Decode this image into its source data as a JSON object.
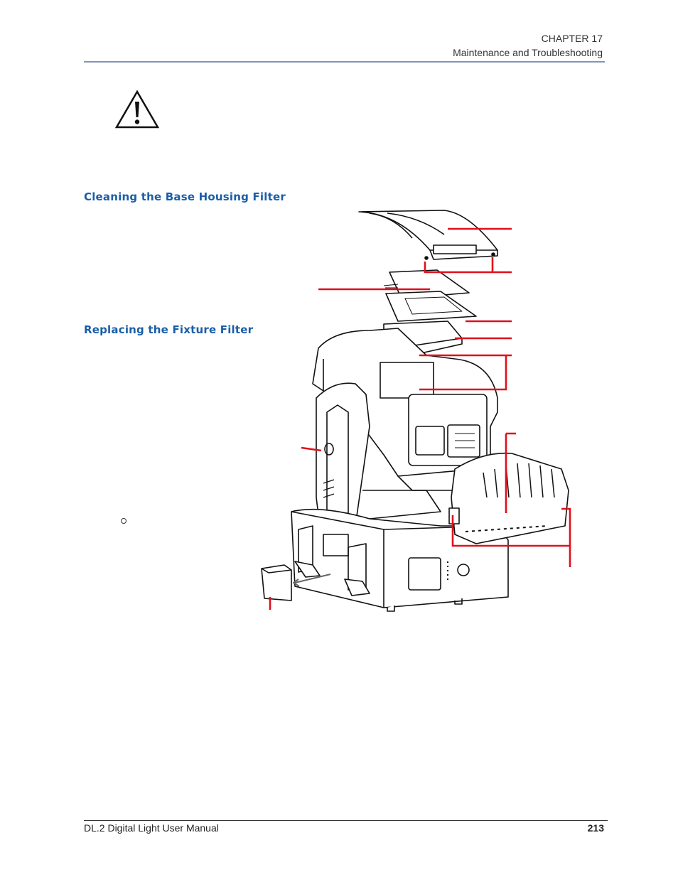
{
  "header": {
    "chapter": "CHAPTER 17",
    "title": "Maintenance and Troubleshooting"
  },
  "sections": [
    {
      "heading": "Cleaning the Base Housing Filter"
    },
    {
      "heading": "Replacing the Fixture Filter"
    }
  ],
  "icons": {
    "warning": "warning-triangle-icon"
  },
  "colors": {
    "heading": "#1a5ea8",
    "header_rule": "#7f97b6",
    "callout": "#e0101a"
  },
  "footer": {
    "manual_title": "DL.2 Digital Light User Manual",
    "page_number": "213"
  }
}
